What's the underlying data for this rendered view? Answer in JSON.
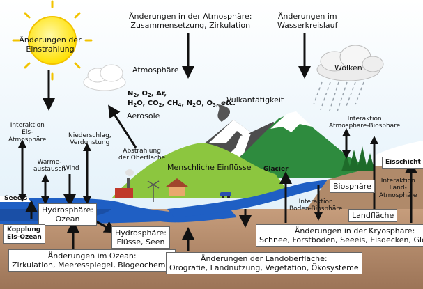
{
  "labels": {
    "einstrahlung": "Änderungen der Einstrahlung",
    "atmosphaere_change_1": "Änderungen in der Atmosphäre:",
    "atmosphaere_change_2": "Zusammensetzung, Zirkulation",
    "wasserkreislauf_1": "Änderungen im",
    "wasserkreislauf_2": "Wasserkreislauf",
    "atmosphaere": "Atmosphäre",
    "wolken": "Wolken",
    "aerosole": "Aerosole",
    "vulkan": "Vulkantätigkeit",
    "menschlich": "Menschliche Einflüsse",
    "glacier": "Glacier",
    "eisschicht": "Eisschicht",
    "biosphaere": "Biosphäre",
    "landflaeche": "Landfläche",
    "seeeis": "Seeeis",
    "hydro_ozean_1": "Hydrosphäre:",
    "hydro_ozean_2": "Ozean",
    "hydro_fluesse_1": "Hydrosphäre:",
    "hydro_fluesse_2": "Flüsse, Seen",
    "kopplung_1": "Kopplung",
    "kopplung_2": "Eis-Ozean",
    "interaktion_eis_1": "Interaktion",
    "interaktion_eis_2": "Eis-",
    "interaktion_eis_3": "Atmosphäre",
    "waerme_1": "Wärme-",
    "waerme_2": "austausch",
    "wind": "Wind",
    "niederschlag_1": "Niederschlag,",
    "niederschlag_2": "Verdunstung",
    "abstrahlung_1": "Abstrahlung",
    "abstrahlung_2": "der Oberfläche",
    "interaktion_ab_1": "Interaktion",
    "interaktion_ab_2": "Atmosphäre-Biosphäre",
    "interaktion_bb_1": "Interaktion",
    "interaktion_bb_2": "Boden-Biosphäre",
    "interaktion_la_1": "Interaktion",
    "interaktion_la_2": "Land-",
    "interaktion_la_3": "Atmosphäre",
    "ozean_change_1": "Änderungen im Ozean:",
    "ozean_change_2": "Zirkulation, Meeresspiegel, Biogeochemie",
    "land_change_1": "Änderungen der Landoberfläche:",
    "land_change_2": "Orografie, Landnutzung, Vegetation, Ökosysteme",
    "kryo_change_1": "Änderungen in der Kryosphäre:",
    "kryo_change_2": "Schnee, Forstboden, Seeeis, Eisdecken, Gletscher"
  },
  "formula": {
    "line1": [
      {
        "t": "N"
      },
      {
        "s": "2"
      },
      {
        "t": ", O"
      },
      {
        "s": "2"
      },
      {
        "t": ",  Ar,"
      }
    ],
    "line2": [
      {
        "t": "H"
      },
      {
        "s": "2"
      },
      {
        "t": "O, CO"
      },
      {
        "s": "2"
      },
      {
        "t": ", CH"
      },
      {
        "s": "4"
      },
      {
        "t": ", N"
      },
      {
        "s": "2"
      },
      {
        "t": "O, O"
      },
      {
        "s": "3"
      },
      {
        "t": ", "
      },
      {
        "i": "etc."
      }
    ]
  },
  "colors": {
    "sky_top": "#ffffff",
    "sky_bottom": "#d9ecf8",
    "sun": "#ffe400",
    "sun_outline": "#f2c300",
    "ocean": "#1a55b5",
    "ground": "#b08a6a",
    "hill_green": "#8cc63f",
    "mountain_green": "#2e8b3e",
    "mountain_dark": "#4a4a4a",
    "snow": "#ffffff"
  }
}
